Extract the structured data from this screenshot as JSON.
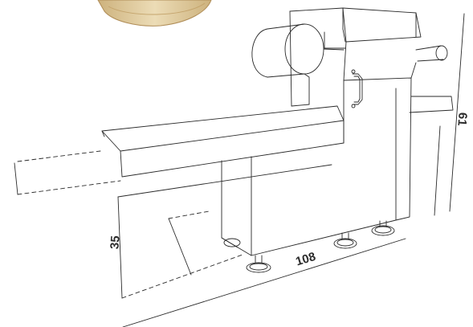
{
  "dimensions": {
    "height_left": "35",
    "length_bottom": "108",
    "height_right": "61"
  },
  "colors": {
    "line": "#2a2a2a",
    "cutout": "#d9c49a",
    "cutout_edge": "#b79a66",
    "background": "#ffffff"
  }
}
